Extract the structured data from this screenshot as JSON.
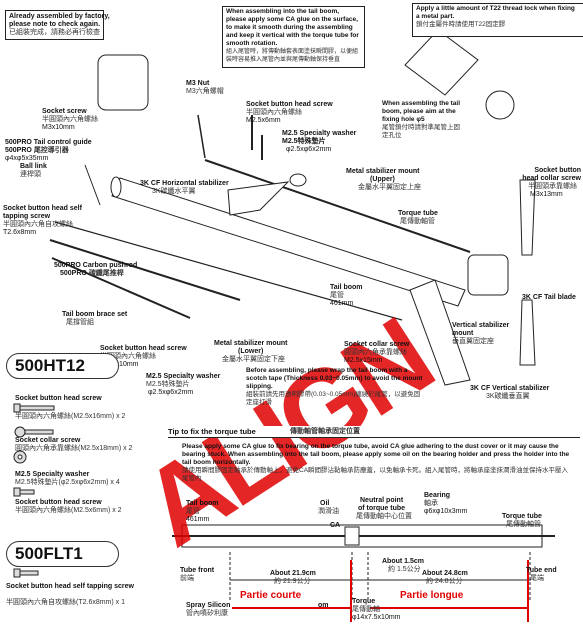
{
  "factory_note": {
    "en1": "Already assembled by factory,",
    "en2": "please note to check again.",
    "cn": "已組裝完成，請務必再行檢查"
  },
  "top_note": {
    "en": "When assembling into the tail boom, please apply some CA glue on the surface, to make it smooth during the assembling and keep it vertical with the torque tube for smooth rotation.",
    "cn": "組入尾管時，將傳動軸套表面塗抹瞬間膠，以便組裝時容易推入尾管內並與尾傳動軸保持垂直"
  },
  "t22_note": {
    "en": "Apply a little amount of T22 thread lock when fixing a metal part.",
    "cn": "鎖付金屬件時請使用T22固定膠"
  },
  "boom_note": {
    "en": "When assembling the tail boom, please aim at the fixing hole",
    "sym": "φ5",
    "cn": "尾管鎖付時請對準尾管上固定孔位"
  },
  "labels": {
    "m3nut": "M3 Nut",
    "m3nut_cn": "M3六角螺帽",
    "socket_screw": "Socket screw",
    "socket_screw_cn": "半圓頭內六角螺絲",
    "socket_screw_sz": "M3x10mm",
    "sbh_top": "Socket button head screw",
    "sbh_top_cn": "半圓頭內六角螺絲",
    "sbh_top_sz": "M2.5x6mm",
    "washer": "M2.5 Specialty washer",
    "washer_cn": "M2.5特殊墊片",
    "washer_sz": "φ2.5xφ6x2mm",
    "tcg1": "500PRO Tail control guide",
    "tcg2": "500PRO",
    "tcg3": "尾控導引器",
    "tcg4": "φ4xφ5x35mm",
    "ball": "Ball link",
    "ball_cn": "連桿頭",
    "hstab": "3K CF Horizontal stabilizer",
    "hstab_cn": "3K碳纖水平翼",
    "mount_up1": "Metal stabilizer mount",
    "mount_up2": "(Upper)",
    "mount_up_cn": "金屬水平翼固定上座",
    "torque": "Torque tube",
    "torque_cn": "尾傳動軸管",
    "tapping": "Socket button head self tapping screw",
    "tapping_cn": "半圓頭內六角自攻螺絲",
    "tapping_sz": "T2.6x8mm",
    "pushrod1": "500PRO Carbon pushrod",
    "pushrod2": "500PRO",
    "pushrod_cn": "碳纖尾推桿",
    "tailboom": "Tail boom",
    "tailboom_cn": "尾管",
    "tailboom_sz": "461mm",
    "brace": "Tail boom brace set",
    "brace_cn": "尾撐管組",
    "sbh_left": "Socket button head screw",
    "sbh_left_cn": "半圓頭內六角螺絲",
    "sbh_left_sz": "M2.5x10mm",
    "washer2": "M2.5 Specialty washer",
    "washer2_cn": "M2.5特殊墊片",
    "washer2_sz": "φ2.5xφ6x2mm",
    "mount_low1": "Metal stabilizer mount",
    "mount_low2": "(Lower)",
    "mount_low_cn": "金屬水平翼固定下座",
    "collar": "Socket collar screw",
    "collar_cn": "圓頭內六角承靠螺絲",
    "collar_sz": "M2.5x15mm",
    "vstab_mount": "Vertical stabilizer",
    "vstab_mount2": "mount",
    "vstab_mount_cn": "垂直翼固定座",
    "collar_r": "Socket button head collar screw",
    "collar_r_cn": "半圓頭承靠螺絲",
    "collar_r_sz": "M3x13mm",
    "tailblade": "3K CF Tail blade",
    "vstab": "3K CF Vertical stabilizer",
    "vstab_cn": "3K碳纖垂直翼",
    "tape_note": "Before assembling, please wrap the tail boom with a scotch tape (Thickness 0.03~0.05mm) to avoid the mount slipping.",
    "tape_cn": "組裝前請先用透明膠帶(0.03~0.05mm)纏繞於尾管，以避免固定座打滑"
  },
  "parts_ht12": {
    "title": "500HT12",
    "p1": "Socket button head screw",
    "p1_cn": "半圓頭內六角螺絲(M2.5x16mm) x 2",
    "p2": "Socket collar screw",
    "p2_cn": "圓頭內六角承靠螺絲(M2.5x18mm) x 2",
    "p3": "M2.5 Specialty washer",
    "p3_cn": "M2.5特殊墊片(φ2.5xφ6x2mm) x 4",
    "p4": "Socket button head screw",
    "p4_cn": "半圓頭內六角螺絲(M2.5x6mm) x 2"
  },
  "parts_flt1": {
    "title": "500FLT1",
    "p1": "Socket button head self tapping screw",
    "p1_cn": "半圓頭內六角自攻螺絲(T2.6x8mm) x 1"
  },
  "torque_tip": {
    "title": "Tip to fix the torque tube",
    "title_cn": "傳動軸管軸承固定位置",
    "text": "Please apply some CA glue to fix bearing on the torque tube, avoid CA glue adhering to the dust cover or it may cause the bearing stuck. When assembling into the tail boom, please apply some oil on the bearing holder and press the holder into the tail boom horizontally.",
    "cn": "請使用瞬間膠固定軸承於傳動軸上，避免CA瞬間膠沾黏軸承防塵蓋，以免軸承卡死。組入尾管時，將軸承座塗抹潤滑油並保持水平壓入尾管內"
  },
  "diagram": {
    "tailboom": "Tail boom",
    "tailboom_cn": "尾管",
    "tailboom_sz": "461mm",
    "oil": "Oil",
    "oil_cn": "潤滑油",
    "ca": "CA",
    "neutral1": "Neutral point",
    "neutral2": "of torque tube",
    "neutral_cn": "尾傳動軸中心位置",
    "bearing": "Bearing",
    "bearing_cn": "軸承",
    "bearing_sz": "φ6xφ10x3mm",
    "torquetube": "Torque tube",
    "torquetube_cn": "尾傳動軸管",
    "tubefront": "Tube front",
    "tubefront_cn": "前端",
    "about219": "About 21.9cm",
    "about219_cn": "約 21.9公分",
    "about15": "About 1.5cm",
    "about15_cn": "約 1.5公分",
    "about248": "About 24.8cm",
    "about248_cn": "約 24.8公分",
    "tubeend": "Tube end",
    "tubeend_cn": "尾端",
    "spray": "Spray Silicon",
    "spray_cn": "管內噴矽利康",
    "om": "om",
    "torque_b": "Torque",
    "torque_b_cn": "尾傳動軸",
    "torque_b_sz": "φ14x7.5x10mm"
  },
  "overlay": {
    "partie_courte": "Partie courte",
    "partie_longue": "Partie longue",
    "watermark": "ALIGN"
  }
}
